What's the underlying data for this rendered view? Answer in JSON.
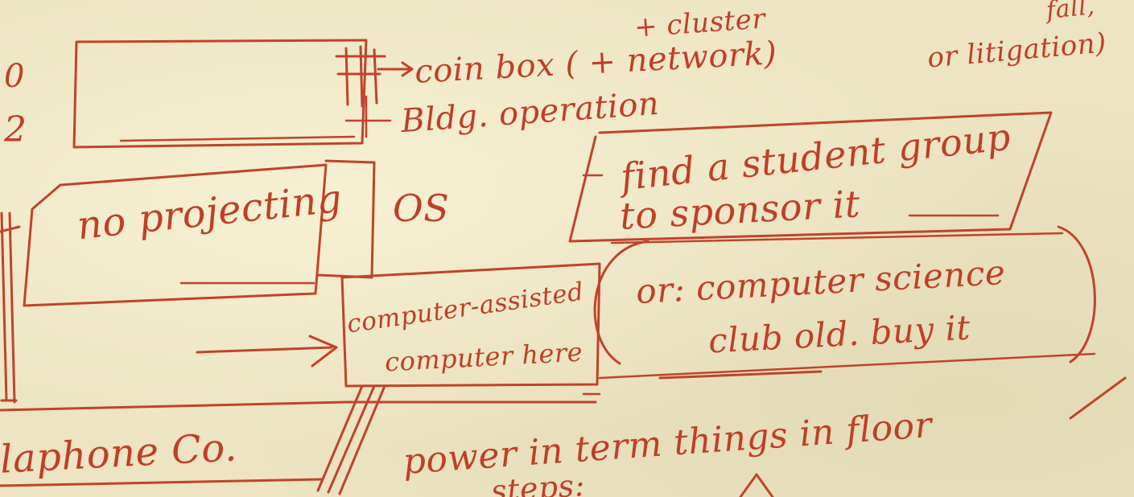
{
  "page": {
    "ink_color": "#c0432b",
    "paper_color": "#ece4c2"
  },
  "notes": {
    "top_right_fall": "fall,",
    "top_right_litigation": "or litigation)",
    "cluster": "+ cluster",
    "coin_box": "coin box ( + network)",
    "bldg_operation": "Bldg. operation",
    "left_margin_1": "0",
    "left_margin_2": "2",
    "no_projecting": "no projecting",
    "os": "OS",
    "student_group_line1": "find a student group",
    "student_group_line2": "to sponsor it",
    "cs_club_line1": "or: computer science",
    "cs_club_line2": "club old. buy it",
    "computer_assisted": "computer-assisted",
    "computer_here": "computer here",
    "phone_co": "laphone Co.",
    "power": "power in term things in floor",
    "steps": "steps:"
  }
}
